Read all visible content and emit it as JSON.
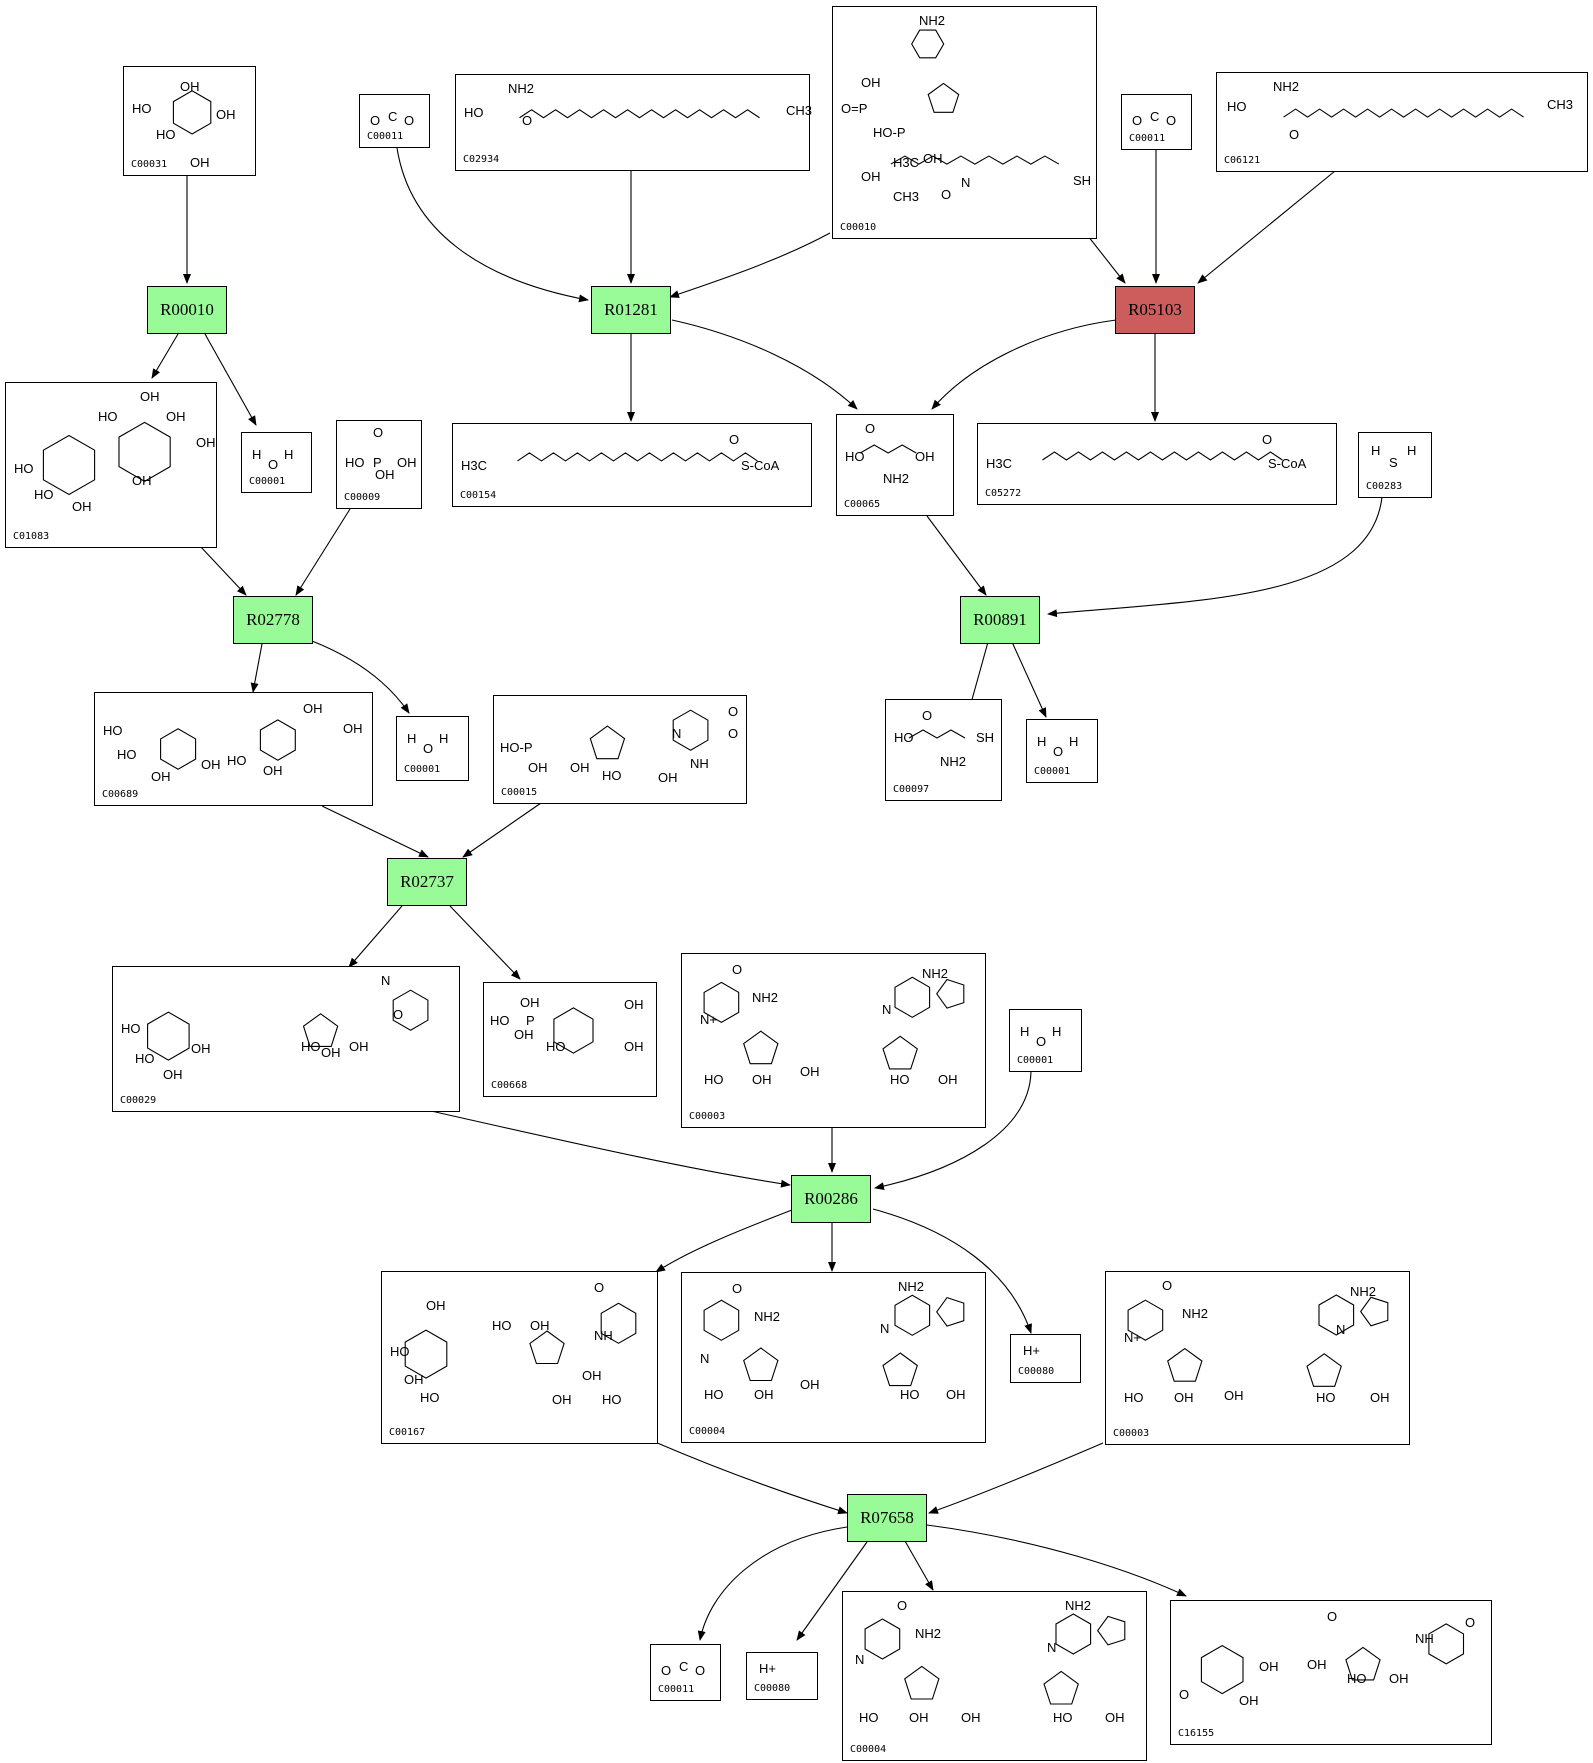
{
  "reactions": [
    {
      "id": "R00010",
      "color": "#98fb98"
    },
    {
      "id": "R01281",
      "color": "#98fb98"
    },
    {
      "id": "R05103",
      "color": "#cd5c5c"
    },
    {
      "id": "R02778",
      "color": "#98fb98"
    },
    {
      "id": "R00891",
      "color": "#98fb98"
    },
    {
      "id": "R02737",
      "color": "#98fb98"
    },
    {
      "id": "R00286",
      "color": "#98fb98"
    },
    {
      "id": "R07658",
      "color": "#98fb98"
    }
  ],
  "compounds": [
    {
      "id": "C00031",
      "kind": "sugar",
      "labels": [
        "HO",
        "OH",
        "HO",
        "OH",
        "OH"
      ]
    },
    {
      "id": "C00011",
      "kind": "co2",
      "labels": [
        "O",
        "C",
        "O"
      ]
    },
    {
      "id": "C02934",
      "kind": "chain",
      "labels": [
        "NH2",
        "HO",
        "O",
        "CH3"
      ]
    },
    {
      "id": "C00010",
      "kind": "coa",
      "labels": [
        "NH2",
        "OH",
        "O=P",
        "HO-P",
        "OH",
        "H3C",
        "CH3",
        "OH",
        "O",
        "N",
        "SH"
      ]
    },
    {
      "id": "C00011",
      "kind": "co2",
      "labels": [
        "O",
        "C",
        "O"
      ]
    },
    {
      "id": "C06121",
      "kind": "chain",
      "labels": [
        "NH2",
        "HO",
        "O",
        "CH3"
      ]
    },
    {
      "id": "C01083",
      "kind": "disaccharide",
      "labels": [
        "OH",
        "HO",
        "OH",
        "HO",
        "OH",
        "HO",
        "OH",
        "OH"
      ]
    },
    {
      "id": "C00001",
      "kind": "water",
      "labels": [
        "H",
        "O",
        "H"
      ]
    },
    {
      "id": "C00009",
      "kind": "phosphate",
      "labels": [
        "O",
        "HO",
        "P",
        "OH",
        "OH"
      ]
    },
    {
      "id": "C00154",
      "kind": "acylcoa",
      "labels": [
        "H3C",
        "O",
        "S-CoA"
      ]
    },
    {
      "id": "C00065",
      "kind": "aminoacid",
      "labels": [
        "O",
        "HO",
        "NH2",
        "OH"
      ]
    },
    {
      "id": "C05272",
      "kind": "acylcoa",
      "labels": [
        "H3C",
        "O",
        "S-CoA"
      ]
    },
    {
      "id": "C00283",
      "kind": "h2s",
      "labels": [
        "H",
        "S",
        "H"
      ]
    },
    {
      "id": "C00689",
      "kind": "disaccharide",
      "labels": [
        "HO",
        "HO",
        "OH",
        "OH",
        "HO",
        "OH",
        "OH",
        "OH"
      ]
    },
    {
      "id": "C00001",
      "kind": "water",
      "labels": [
        "H",
        "O",
        "H"
      ]
    },
    {
      "id": "C00015",
      "kind": "nucleotide",
      "labels": [
        "O",
        "HO-P",
        "OH",
        "OH",
        "N",
        "NH",
        "O",
        "HO",
        "OH"
      ]
    },
    {
      "id": "C00097",
      "kind": "aminoacid",
      "labels": [
        "O",
        "HO",
        "NH2",
        "SH"
      ]
    },
    {
      "id": "C00001",
      "kind": "water",
      "labels": [
        "H",
        "O",
        "H"
      ]
    },
    {
      "id": "C00029",
      "kind": "udpsugar",
      "labels": [
        "HO",
        "HO",
        "OH",
        "OH",
        "OH",
        "N",
        "O",
        "HO",
        "OH"
      ]
    },
    {
      "id": "C00668",
      "kind": "sugar",
      "labels": [
        "OH",
        "HO",
        "P",
        "OH",
        "OH",
        "HO",
        "OH"
      ]
    },
    {
      "id": "C00003",
      "kind": "nad",
      "labels": [
        "O",
        "NH2",
        "N+",
        "NH2",
        "N",
        "HO",
        "OH",
        "OH",
        "HO",
        "OH"
      ]
    },
    {
      "id": "C00001",
      "kind": "water",
      "labels": [
        "H",
        "O",
        "H"
      ]
    },
    {
      "id": "C00167",
      "kind": "udpsugar",
      "labels": [
        "HO",
        "OH",
        "HO",
        "OH",
        "HO",
        "OH",
        "O",
        "NH",
        "OH",
        "HO",
        "OH"
      ]
    },
    {
      "id": "C00004",
      "kind": "nad",
      "labels": [
        "O",
        "NH2",
        "N",
        "NH2",
        "N",
        "HO",
        "OH",
        "OH",
        "HO",
        "OH"
      ]
    },
    {
      "id": "C00080",
      "kind": "proton",
      "labels": [
        "H+"
      ]
    },
    {
      "id": "C00003",
      "kind": "nad",
      "labels": [
        "O",
        "NH2",
        "N+",
        "NH2",
        "N",
        "HO",
        "OH",
        "OH",
        "HO",
        "OH"
      ]
    },
    {
      "id": "C00011",
      "kind": "co2",
      "labels": [
        "O",
        "C",
        "O"
      ]
    },
    {
      "id": "C00080",
      "kind": "proton",
      "labels": [
        "H+"
      ]
    },
    {
      "id": "C00004",
      "kind": "nad",
      "labels": [
        "O",
        "NH2",
        "N",
        "NH2",
        "N",
        "HO",
        "OH",
        "OH",
        "HO",
        "OH"
      ]
    },
    {
      "id": "C16155",
      "kind": "udpsugar",
      "labels": [
        "O",
        "OH",
        "OH",
        "OH",
        "O",
        "NH",
        "HO",
        "OH",
        "O"
      ]
    }
  ]
}
